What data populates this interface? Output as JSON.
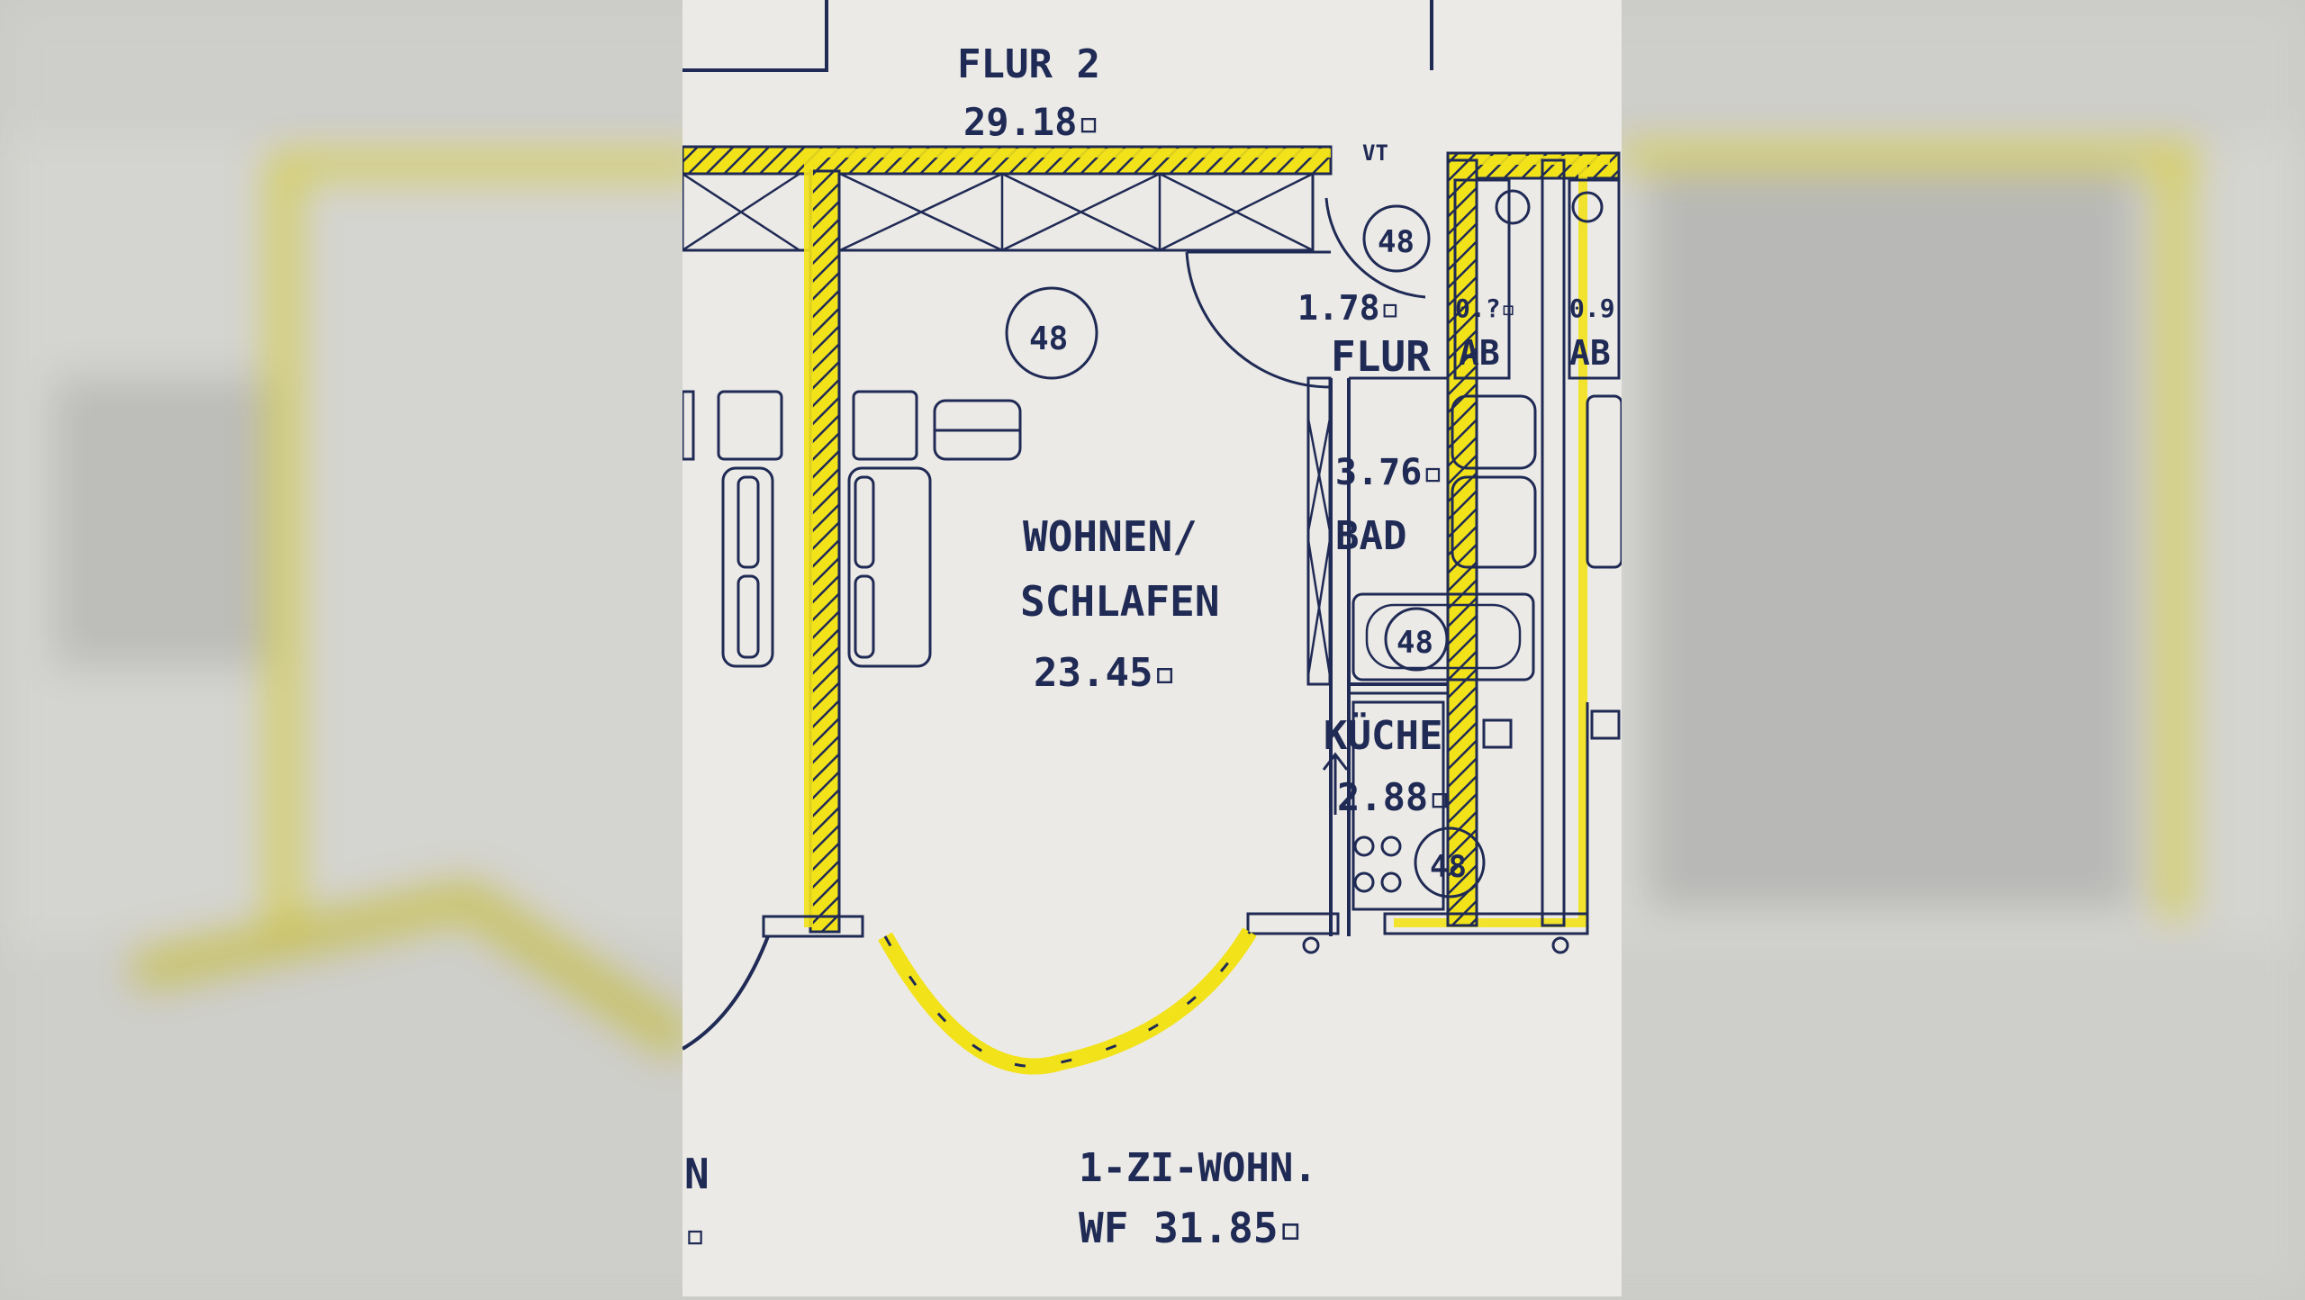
{
  "plan": {
    "rooms": [
      {
        "id": "flur2",
        "name": "FLUR 2",
        "area": "29.18▫"
      },
      {
        "id": "wohnen",
        "name_line1": "WOHNEN/",
        "name_line2": "SCHLAFEN",
        "area": "23.45▫"
      },
      {
        "id": "flur",
        "name": "FLUR",
        "area": "1.78▫"
      },
      {
        "id": "bad",
        "name": "BAD",
        "area": "3.76▫"
      },
      {
        "id": "kueche",
        "name": "KÜCHE",
        "area": "2.88▫"
      }
    ],
    "markers": {
      "vt": "VT",
      "ab_left": "AB",
      "ab_right": "AB",
      "small_area_left": "0.?▫",
      "small_area_right": "0.9"
    },
    "circled": [
      "48",
      "48",
      "48",
      "48"
    ],
    "unit": {
      "line1": "1-ZI-WOHN.",
      "line2": "WF 31.85▫"
    },
    "partial_left": {
      "letter": "N",
      "sub": "▫"
    }
  },
  "colors": {
    "paper": "#eceae6",
    "ink": "#1f2a55",
    "highlight": "#f2e21a",
    "outer": "#c9c9c6"
  }
}
